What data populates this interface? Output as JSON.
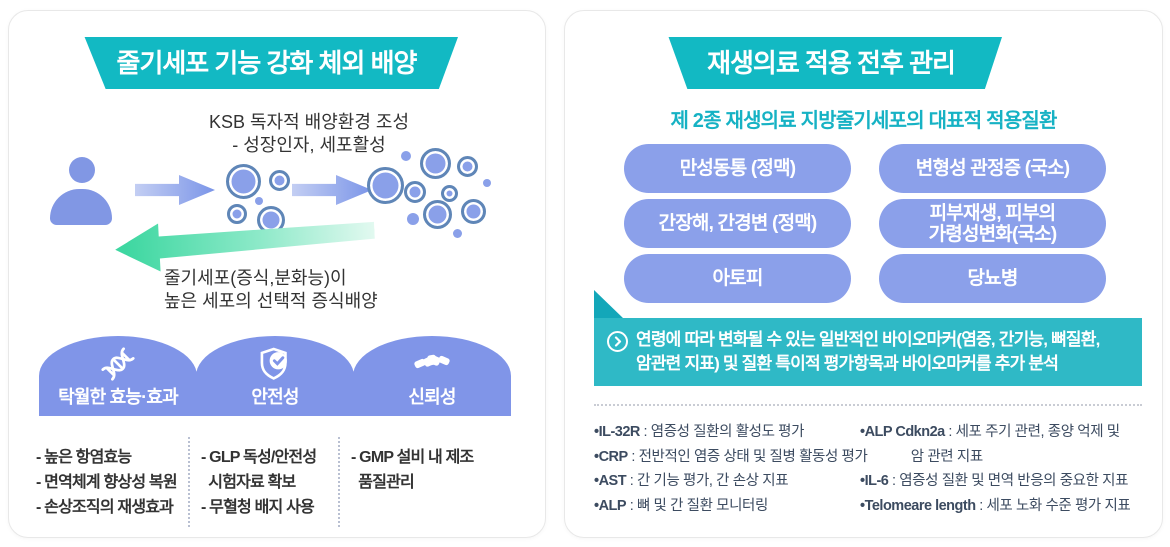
{
  "colors": {
    "accent_teal": "#12b9c3",
    "band_teal": "#2fb9c6",
    "tail_teal": "#13a7b9",
    "subtitle_teal": "#16b2c4",
    "periwinkle": "#8095e8",
    "pill_blue": "#8ba0ea",
    "cell_ring": "#5f86b7",
    "mint_green": "#3ed7a1",
    "body_text": "#333333",
    "biomarker_text": "#3c4b60"
  },
  "icons": {
    "person": "person-silhouette",
    "arrow_right": "right-arrow",
    "arrow_return": "left-curved-arrow",
    "dna": "dna-helix",
    "shield": "shield-with-check",
    "handshake": "handshake",
    "chevron": "❯"
  },
  "left_panel": {
    "title": "줄기세포 기능 강화 체외 배양",
    "process": {
      "note": "KSB 독자적 배양환경 조성\n- 성장인자, 세포활성",
      "caption": "줄기세포(증식,분화능)이\n높은 세포의 선택적 증식배양"
    },
    "features": [
      {
        "icon": "dna-icon",
        "label": "탁월한 효능·효과",
        "bullets": "- 높은 항염효능\n- 면역체계 향상성 복원\n- 손상조직의 재생효과"
      },
      {
        "icon": "shield-check-icon",
        "label": "안전성",
        "bullets": "- GLP 독성/안전성\n  시험자료 확보\n- 무혈청 배지 사용"
      },
      {
        "icon": "handshake-icon",
        "label": "신뢰성",
        "bullets": "- GMP 설비 내 제조\n  품질관리"
      }
    ]
  },
  "right_panel": {
    "title": "재생의료 적용 전후 관리",
    "subtitle": "제 2종 재생의료 지방줄기세포의 대표적 적용질환",
    "pills": [
      "만성동통 (정맥)",
      "변형성 관정증 (국소)",
      "간장해, 간경변 (정맥)",
      "피부재생, 피부의\n가령성변화(국소)",
      "아토피",
      "당뇨병"
    ],
    "highlight": "연령에 따라 변화될 수 있는 일반적인 바이오마커(염증, 간기능, 뼈질환,\n암관련 지표) 및 질환 특이적 평가항목과 바이오마커를 추가 분석",
    "bullet_char": "•",
    "biomarkers_left": [
      {
        "term": "IL-32R",
        "desc": " : 염증성 질환의 활성도 평가"
      },
      {
        "term": "CRP",
        "desc": " : 전반적인 염증 상태 및 질병 활동성 평가"
      },
      {
        "term": "AST",
        "desc": " : 간 기능 평가, 간 손상 지표"
      },
      {
        "term": "ALP",
        "desc": " : 뼈 및 간 질환 모니터링"
      }
    ],
    "biomarkers_right": [
      {
        "term": "ALP Cdkn2a",
        "desc": " : 세포 주기 관련, 종양 억제 및\n              암 관련 지표"
      },
      {
        "term": "IL-6",
        "desc": " : 염증성 질환 및 면역 반응의 중요한 지표"
      },
      {
        "term": "Telomeare length",
        "desc": " : 세포 노화 수준 평가 지표"
      }
    ]
  }
}
